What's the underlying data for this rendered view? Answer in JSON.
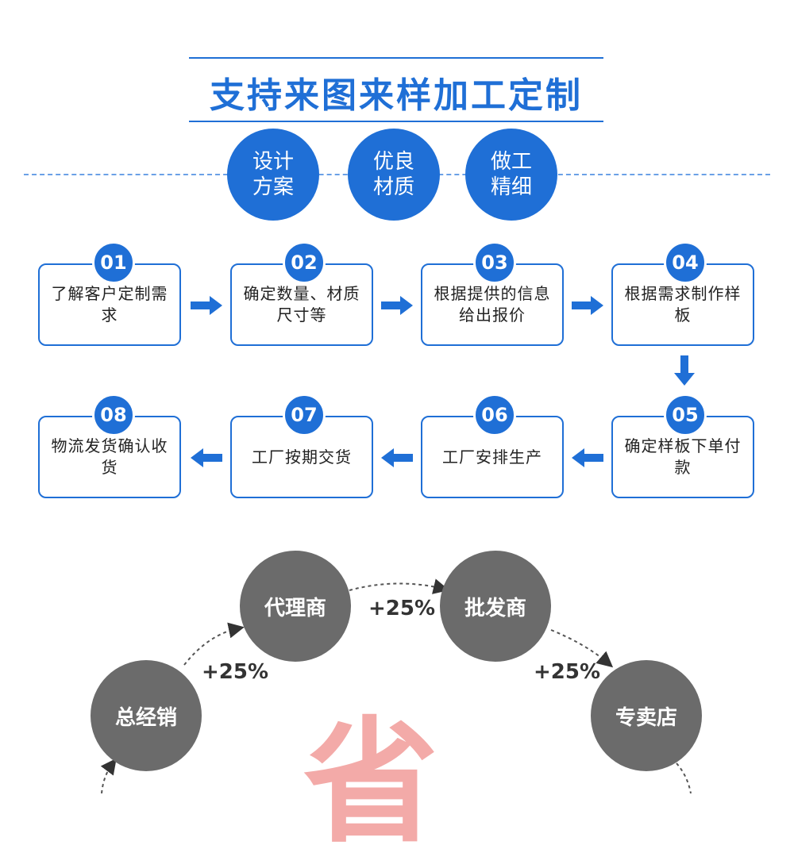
{
  "title": "支持来图来样加工定制",
  "features": [
    "设计方案",
    "优良材质",
    "做工精细"
  ],
  "steps": [
    {
      "num": "01",
      "text": "了解客户定制需求"
    },
    {
      "num": "02",
      "text": "确定数量、材质尺寸等"
    },
    {
      "num": "03",
      "text": "根据提供的信息给出报价"
    },
    {
      "num": "04",
      "text": "根据需求制作样板"
    },
    {
      "num": "05",
      "text": "确定样板下单付款"
    },
    {
      "num": "06",
      "text": "工厂安排生产"
    },
    {
      "num": "07",
      "text": "工厂按期交货"
    },
    {
      "num": "08",
      "text": "物流发货确认收货"
    }
  ],
  "chain": {
    "nodes": [
      "总经销",
      "代理商",
      "批发商",
      "专卖店"
    ],
    "markups": [
      "+25%",
      "+25%",
      "+25%"
    ],
    "watermark": "省"
  },
  "colors": {
    "primary_blue": "#1f6fd6",
    "node_gray": "#6b6b6b",
    "watermark_red": "#f3aaa8"
  }
}
